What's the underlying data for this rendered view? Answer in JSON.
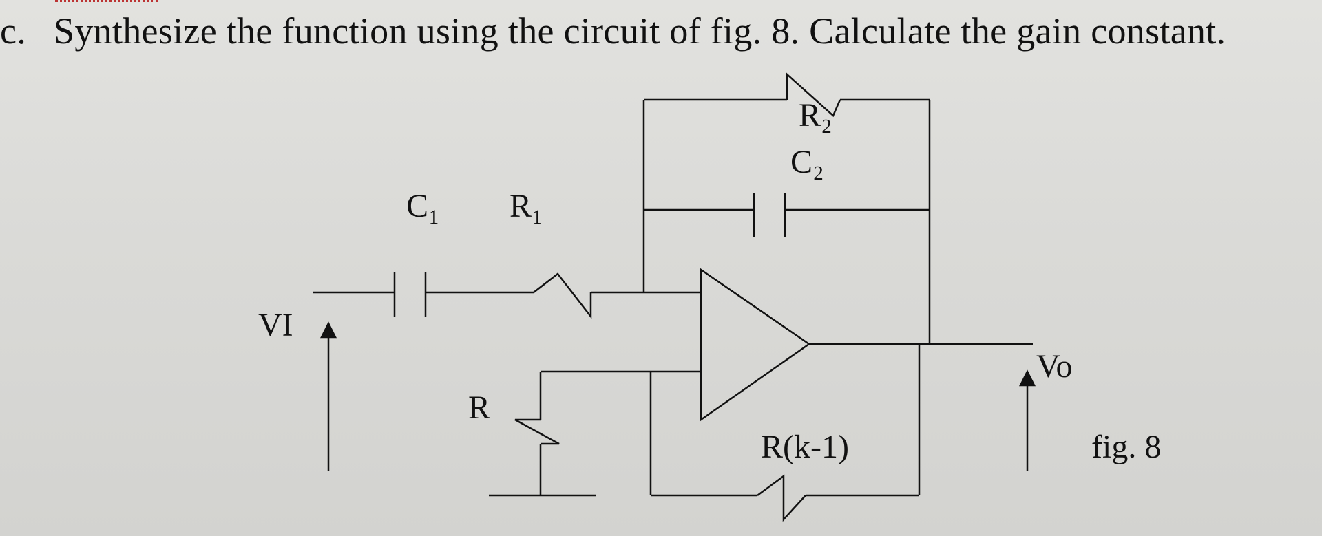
{
  "question": {
    "marker": "c.",
    "text": "Synthesize the function using the circuit of fig. 8. Calculate the gain constant."
  },
  "labels": {
    "r2": "R₂",
    "c2": "C₂",
    "c1": "C₁",
    "r1": "R₁",
    "vi": "VI",
    "vo": "Vo",
    "r": "R",
    "rk": "R(k-1)",
    "caption": "fig. 8"
  },
  "colors": {
    "ink": "#111111",
    "paper": "#dadad7",
    "spell_underline": "#bb3333"
  }
}
